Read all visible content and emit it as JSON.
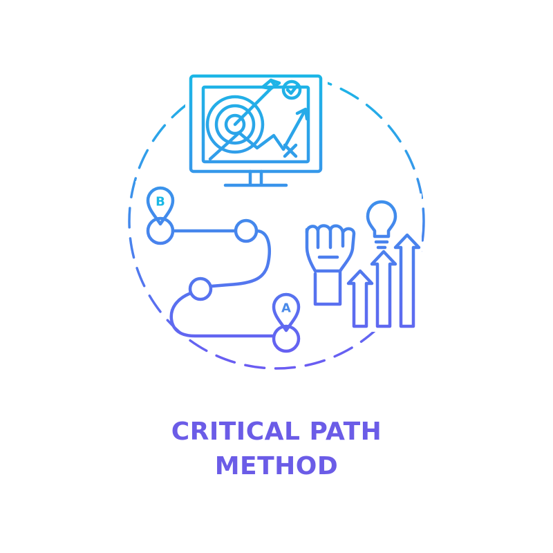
{
  "caption": {
    "line1": "CRITICAL PATH",
    "line2": "METHOD"
  },
  "pins": {
    "start": "B",
    "end": "A"
  },
  "colors": {
    "gradient_top": "#1ab8e6",
    "gradient_bottom": "#6a5cf2",
    "caption": "#6b5ce7"
  },
  "icons": [
    "monitor-icon",
    "target-icon",
    "arrow-icon",
    "checkmark-icon",
    "cross-icon",
    "growth-line-icon",
    "location-pin-icon",
    "fist-icon",
    "lightbulb-icon",
    "bar-arrows-icon"
  ]
}
